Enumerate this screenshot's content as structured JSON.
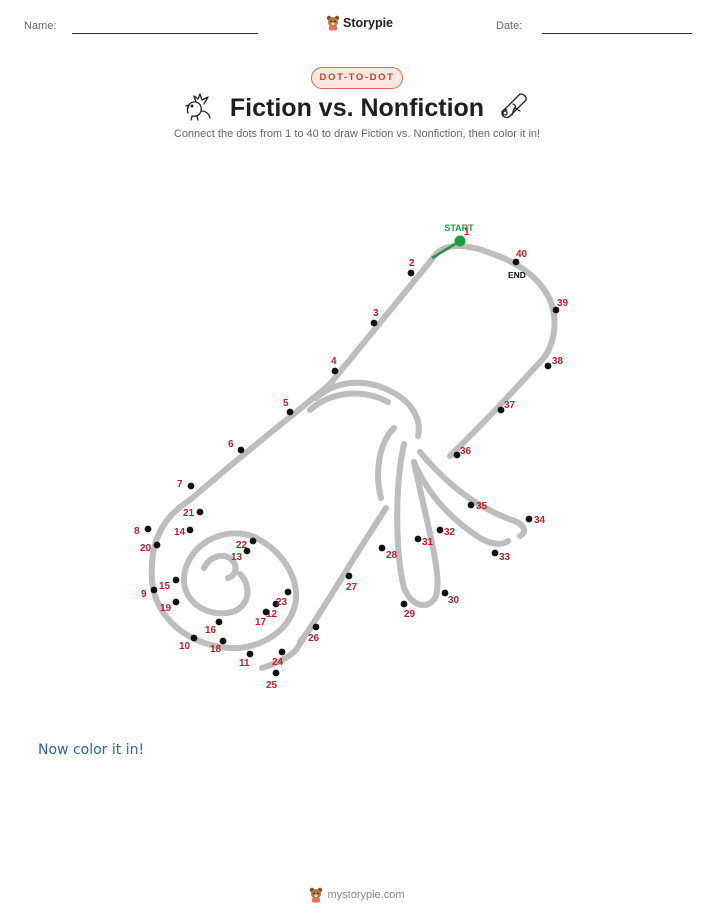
{
  "header": {
    "name_label": "Name:",
    "date_label": "Date:",
    "brand_name": "Storypie"
  },
  "badge": "DOT-TO-DOT",
  "title": "Fiction vs. Nonfiction",
  "subtitle": "Connect the dots from 1 to 40 to draw Fiction vs. Nonfiction, then color it in!",
  "puzzle": {
    "start_label": "START",
    "end_label": "END",
    "colors": {
      "dot": "#111111",
      "number": "#c0202a",
      "start": "#1e9a40",
      "guide": "#bdbdc0"
    },
    "dots": [
      {
        "n": "1"
      },
      {
        "n": "2"
      },
      {
        "n": "3"
      },
      {
        "n": "4"
      },
      {
        "n": "5"
      },
      {
        "n": "6"
      },
      {
        "n": "7"
      },
      {
        "n": "8"
      },
      {
        "n": "9"
      },
      {
        "n": "10"
      },
      {
        "n": "11"
      },
      {
        "n": "12"
      },
      {
        "n": "13"
      },
      {
        "n": "14"
      },
      {
        "n": "15"
      },
      {
        "n": "16"
      },
      {
        "n": "17"
      },
      {
        "n": "18"
      },
      {
        "n": "19"
      },
      {
        "n": "20"
      },
      {
        "n": "21"
      },
      {
        "n": "22"
      },
      {
        "n": "23"
      },
      {
        "n": "24"
      },
      {
        "n": "25"
      },
      {
        "n": "26"
      },
      {
        "n": "27"
      },
      {
        "n": "28"
      },
      {
        "n": "29"
      },
      {
        "n": "30"
      },
      {
        "n": "31"
      },
      {
        "n": "32"
      },
      {
        "n": "33"
      },
      {
        "n": "34"
      },
      {
        "n": "35"
      },
      {
        "n": "36"
      },
      {
        "n": "37"
      },
      {
        "n": "38"
      },
      {
        "n": "39"
      },
      {
        "n": "40"
      }
    ]
  },
  "cta": "Now color it in!",
  "footer": {
    "text": "mystorypie.com"
  }
}
